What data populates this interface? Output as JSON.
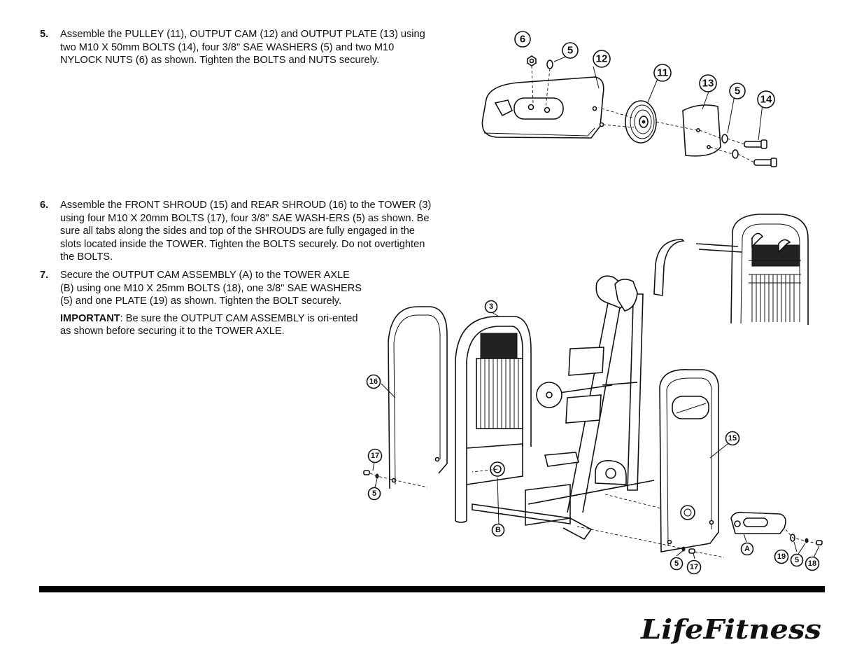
{
  "steps": [
    {
      "number": "5.",
      "text": "Assemble the PULLEY (11), OUTPUT CAM (12) and OUTPUT PLATE (13) using two M10 X 50mm BOLTS (14), four 3/8\" SAE WASHERS (5) and two M10 NYLOCK NUTS (6) as shown. Tighten the BOLTS and NUTS securely."
    },
    {
      "number": "6.",
      "text": "Assemble the FRONT SHROUD (15) and REAR SHROUD (16) to the TOWER (3) using four M10 X 20mm BOLTS (17), four 3/8\" SAE WASH-ERS (5) as shown. Be sure all tabs along the sides and top of the SHROUDS are fully engaged in the slots located inside the TOWER. Tighten the BOLTS securely. Do not overtighten the BOLTS."
    },
    {
      "number": "7.",
      "text": "Secure the OUTPUT CAM ASSEMBLY (A) to the TOWER AXLE (B) using one M10 X 25mm BOLTS (18), one 3/8\" SAE WASHERS (5) and one PLATE (19) as shown. Tighten the BOLT securely.",
      "note_label": "IMPORTANT",
      "note_text": ": Be sure the OUTPUT CAM ASSEMBLY is ori-ented as shown before securing it to the TOWER AXLE."
    }
  ],
  "figure_top": {
    "callouts": [
      "6",
      "5",
      "12",
      "11",
      "13",
      "5",
      "14"
    ]
  },
  "figure_bottom": {
    "callouts": [
      "3",
      "16",
      "17",
      "5",
      "B",
      "15",
      "A",
      "5",
      "17",
      "19",
      "5",
      "18"
    ]
  },
  "brand": {
    "logo_text": "LifeFitness"
  }
}
